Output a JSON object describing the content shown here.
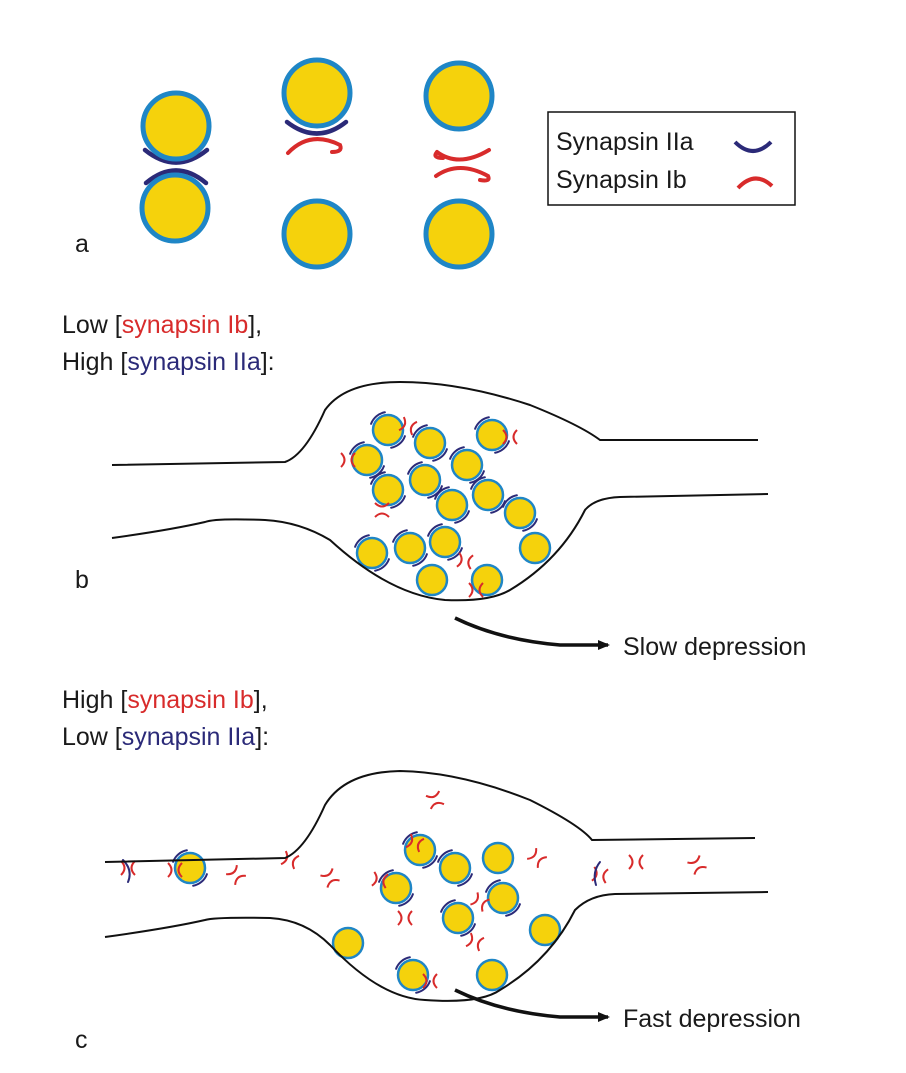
{
  "colors": {
    "vesicle_fill": "#f5d20c",
    "vesicle_stroke": "#1f86c6",
    "synapsin_IIa": "#2b2a78",
    "synapsin_Ib": "#d82b2b",
    "outline": "#111111"
  },
  "panel_a": {
    "label": "a",
    "legend": [
      {
        "text": "Synapsin IIa",
        "color_key": "synapsin_IIa"
      },
      {
        "text": "Synapsin Ib",
        "color_key": "synapsin_Ib"
      }
    ]
  },
  "panel_b": {
    "label": "b",
    "line1": {
      "pre": "Low [",
      "colored": "synapsin Ib",
      "post": "],"
    },
    "line2": {
      "pre": "High [",
      "colored": "synapsin IIa",
      "post": "]:"
    },
    "outcome": "Slow depression"
  },
  "panel_c": {
    "label": "c",
    "line1": {
      "pre": "High [",
      "colored": "synapsin Ib",
      "post": "],"
    },
    "line2": {
      "pre": "Low [",
      "colored": "synapsin IIa",
      "post": "]:"
    },
    "outcome": "Fast depression"
  }
}
